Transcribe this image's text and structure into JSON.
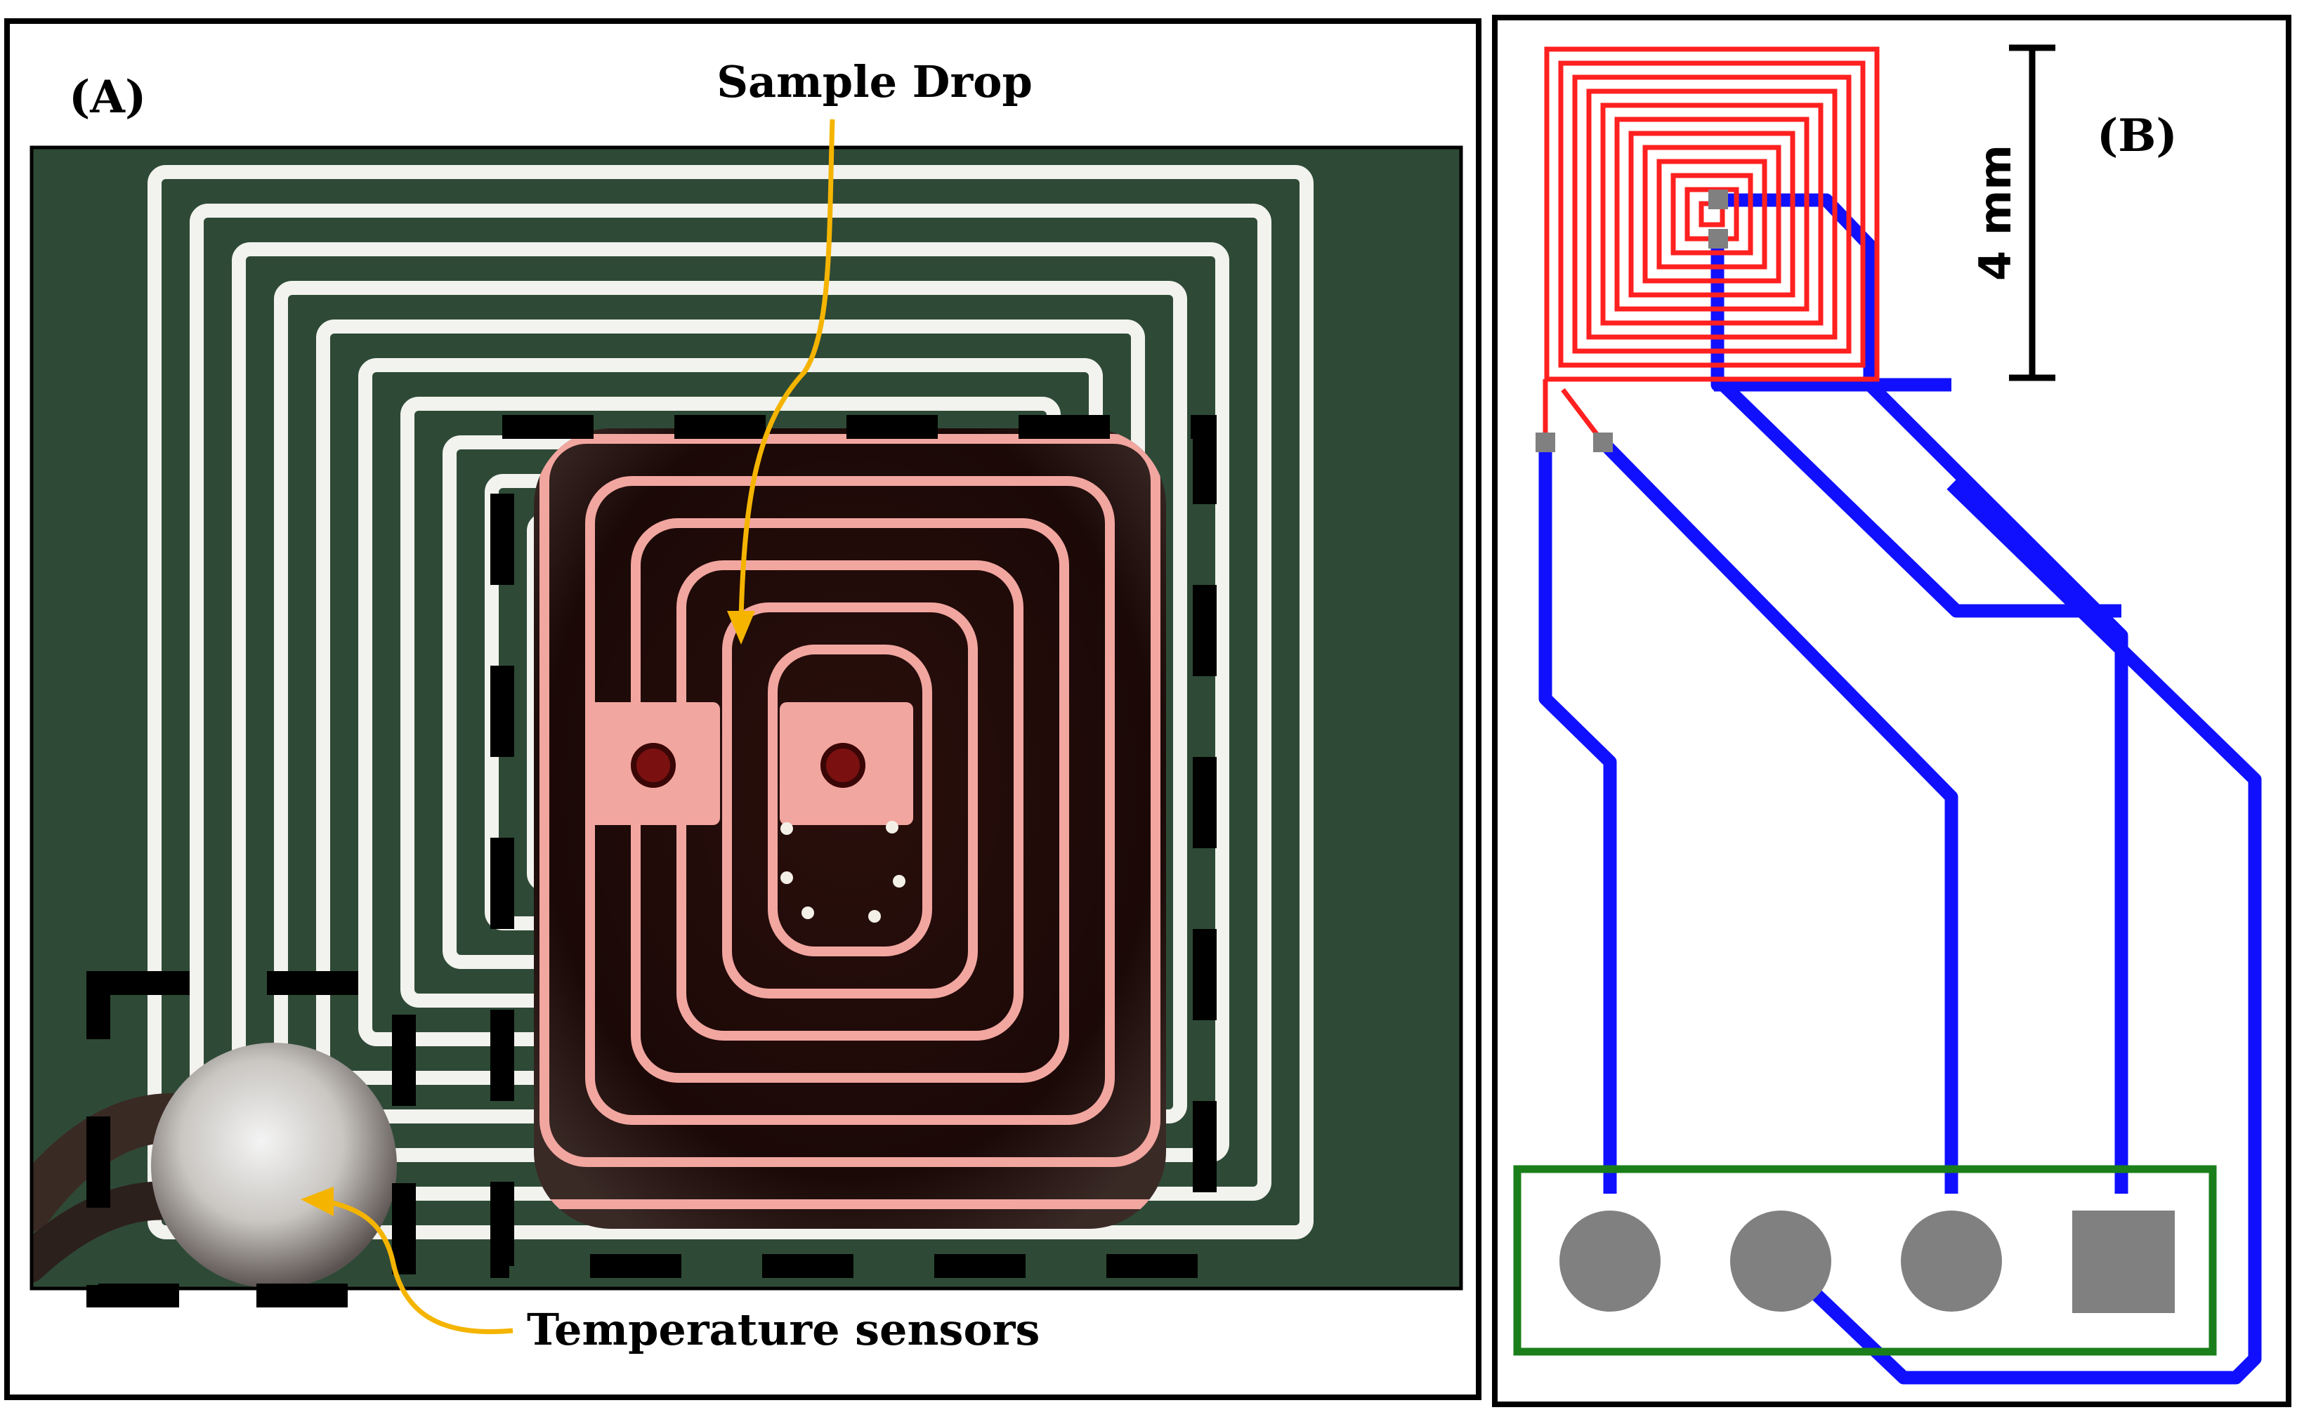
{
  "panel_a": {
    "label": "(A)"
  },
  "panel_b": {
    "label": "(B)"
  },
  "annotations": {
    "sample_drop": "Sample Drop",
    "temperature_sensors": "Temperature sensors"
  },
  "scale_bar": {
    "text": "4 mm"
  },
  "colors": {
    "coil_red": "#ff2020",
    "trace_blue": "#1010ff",
    "pad_grey": "#808080",
    "connector_green": "#1a7f1a",
    "arrow_orange": "#f4b400",
    "pcb_green": "#2e4a36",
    "copper_white": "#f2f2ee",
    "copper_pink": "#f2a6a0"
  }
}
